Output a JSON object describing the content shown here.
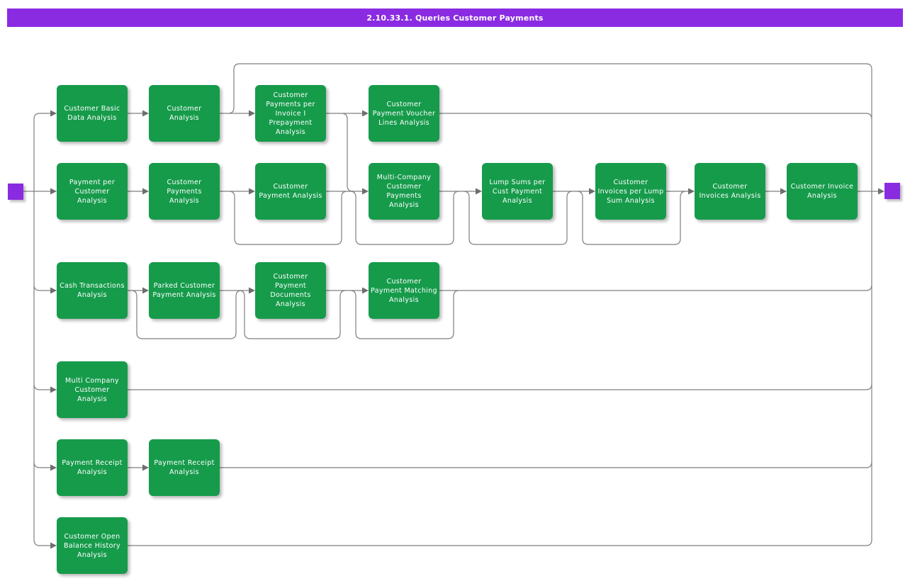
{
  "title_bar": {
    "text": "2.10.33.1. Queries Customer Payments"
  },
  "colors": {
    "accent_purple": "#8A2BE2",
    "node_green": "#169B4B",
    "connector_gray": "#7F7F7F"
  },
  "diagram": {
    "start_node": {
      "name": "process-start"
    },
    "end_node": {
      "name": "process-end"
    },
    "rows": [
      {
        "nodes": [
          {
            "label": "Customer Basic Data Analysis",
            "col": 0
          },
          {
            "label": "Customer Analysis",
            "col": 1
          },
          {
            "label": "Customer Payments per Invoice I Prepayment Analysis",
            "col": 2
          },
          {
            "label": "Customer Payment Voucher Lines Analysis",
            "col": 3
          }
        ]
      },
      {
        "nodes": [
          {
            "label": "Payment per Customer Analysis",
            "col": 0
          },
          {
            "label": "Customer Payments Analysis",
            "col": 1
          },
          {
            "label": "Customer Payment Analysis",
            "col": 2
          },
          {
            "label": "Multi-Company Customer Payments Analysis",
            "col": 3
          },
          {
            "label": "Lump Sums per Cust Payment Analysis",
            "col": 4
          },
          {
            "label": "Customer Invoices per Lump Sum Analysis",
            "col": 5
          },
          {
            "label": "Customer Invoices Analysis",
            "col": 6
          },
          {
            "label": "Customer Invoice Analysis",
            "col": 7
          }
        ]
      },
      {
        "nodes": [
          {
            "label": "Cash Transactions Analysis",
            "col": 0
          },
          {
            "label": "Parked Customer Payment Analysis",
            "col": 1
          },
          {
            "label": "Customer Payment Documents Analysis",
            "col": 2
          },
          {
            "label": "Customer Payment Matching Analysis",
            "col": 3
          }
        ]
      },
      {
        "nodes": [
          {
            "label": "Multi Company Customer Analysis",
            "col": 0
          }
        ]
      },
      {
        "nodes": [
          {
            "label": "Payment Receipt Analysis",
            "col": 0
          },
          {
            "label": "Payment Receipt Analysis",
            "col": 1
          }
        ]
      },
      {
        "nodes": [
          {
            "label": "Customer Open Balance History Analysis",
            "col": 0
          }
        ]
      }
    ]
  }
}
